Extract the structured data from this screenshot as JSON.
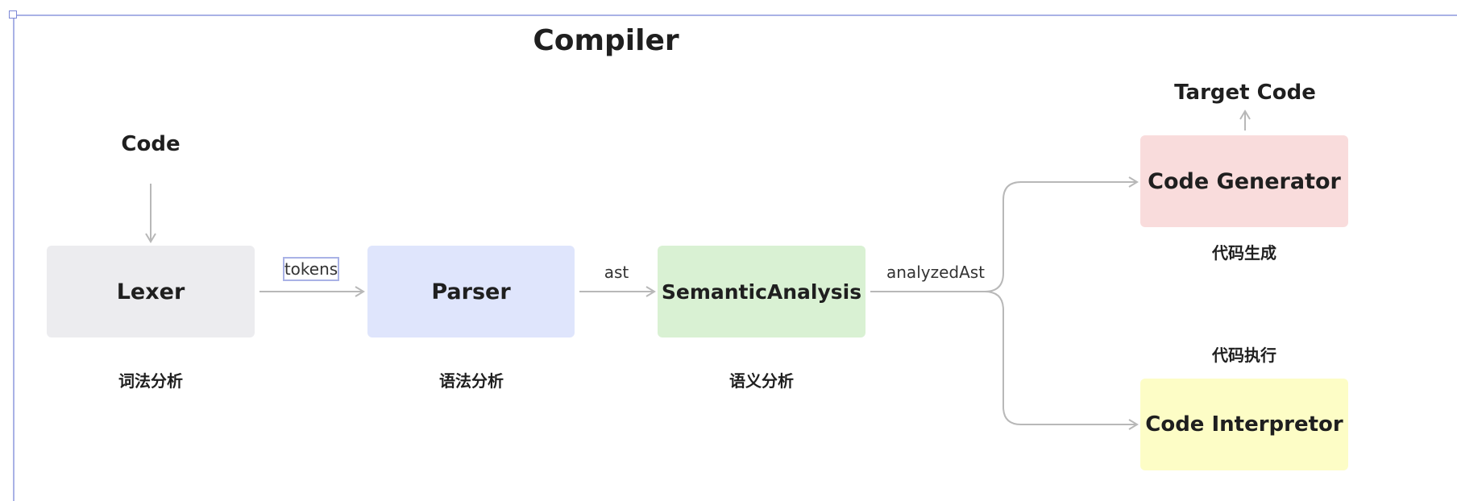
{
  "diagram": {
    "title": "Compiler",
    "input_label": "Code",
    "output_label": "Target Code",
    "nodes": {
      "lexer": {
        "label": "Lexer",
        "caption": "词法分析",
        "fill": "#ececef"
      },
      "parser": {
        "label": "Parser",
        "caption": "语法分析",
        "fill": "#dfe5fc"
      },
      "semantic": {
        "label": "SemanticAnalysis",
        "caption": "语义分析",
        "fill": "#d9f1d3"
      },
      "generator": {
        "label": "Code Generator",
        "caption": "代码生成",
        "fill": "#f9dcdc"
      },
      "interpreter": {
        "label": "Code Interpretor",
        "caption": "代码执行",
        "fill": "#fdfdc6"
      }
    },
    "edges": {
      "lexer_to_parser": "tokens",
      "parser_to_semantic": "ast",
      "semantic_out": "analyzedAst"
    },
    "colors": {
      "connector": "#b8b8b8",
      "selection": "#a9b2e6"
    }
  }
}
